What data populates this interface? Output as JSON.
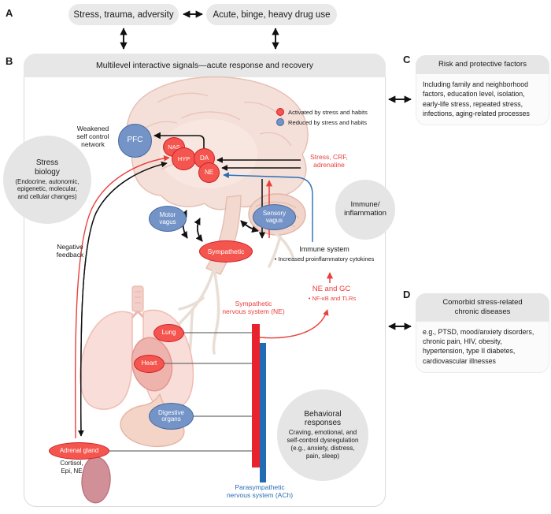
{
  "panel_a": {
    "label": "A",
    "box_left": "Stress, trauma, adversity",
    "box_right": "Acute, binge, heavy drug use"
  },
  "panel_b": {
    "label": "B",
    "title": "Multilevel interactive signals—acute response and recovery",
    "legend": {
      "activated": "Activated by stress and habits",
      "reduced": "Reduced by stress and habits"
    },
    "brain": {
      "weakened_network": "Weakened\nself control\nnetwork",
      "pfc": "PFC",
      "nas": "NAS",
      "hyp": "HYP",
      "da": "DA",
      "ne": "NE",
      "motor_vagus": "Motor\nvagus",
      "sensory_vagus": "Sensory\nvagus",
      "sympathetic": "Sympathetic"
    },
    "stress_biology": {
      "title": "Stress\nbiology",
      "subtitle": "(Endocrine, autonomic,\nepigenetic, molecular,\nand cellular changes)"
    },
    "immune_inflammation": "Immune/\ninflammation",
    "stress_crf": "Stress, CRF,\nadrenaline",
    "negative_feedback": "Negative\nfeedback",
    "immune_system": {
      "title": "Immune system",
      "bullet": "• Increased proinflammatory cytokines"
    },
    "ne_gc": {
      "title": "NE and GC",
      "bullet": "• NF-κB and TLRs"
    },
    "sns_label": "Sympathetic\nnervous system (NE)",
    "psns_label": "Parasympathetic\nnervous system (ACh)",
    "organs": {
      "lung": "Lung",
      "heart": "Heart",
      "digestive": "Digestive\norgans",
      "adrenal": "Adrenal gland",
      "adrenal_output": "Cortisol,\nEpi, NE"
    },
    "behavioral": {
      "title": "Behavioral\nresponses",
      "subtitle": "Craving, emotional, and\nself-control dysregulation\n(e.g., anxiety, distress,\npain, sleep)"
    }
  },
  "panel_c": {
    "label": "C",
    "title": "Risk and protective factors",
    "body": "Including family and neighborhood factors, education level, isolation, early-life stress, repeated stress, infections, aging-related processes"
  },
  "panel_d": {
    "label": "D",
    "title": "Comorbid stress-related\nchronic diseases",
    "body": "e.g., PTSD, mood/anxiety disorders, chronic pain, HIV, obesity, hypertension, type II diabetes, cardiovascular illnesses"
  },
  "colors": {
    "activated_fill": "#f4564f",
    "reduced_fill": "#7493c7",
    "red_text": "#e8403c",
    "blue_text": "#2a6db5",
    "sns_bar": "#e8232e",
    "psns_bar": "#1f6cb5"
  }
}
